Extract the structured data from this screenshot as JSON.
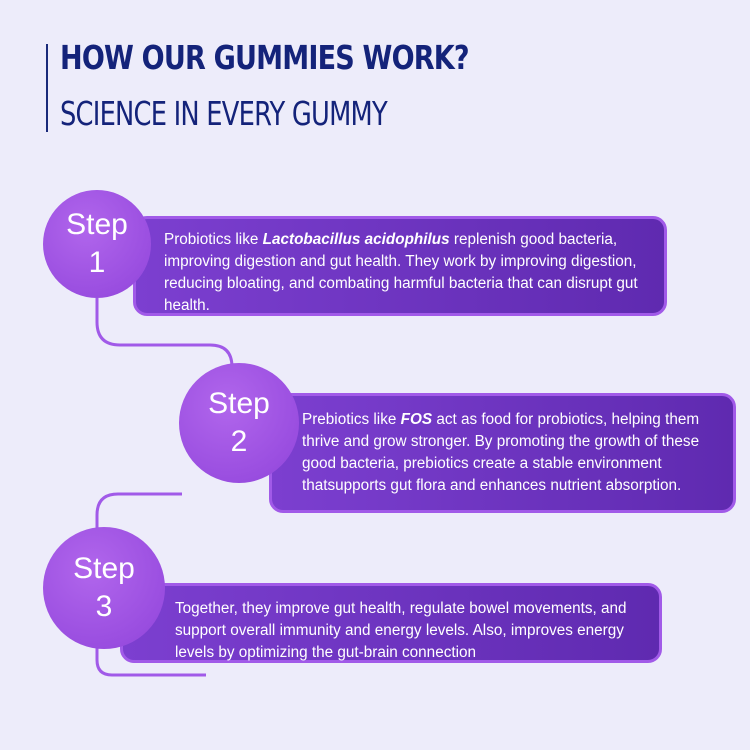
{
  "header": {
    "title": "HOW OUR GUMMIES WORK?",
    "subtitle": "SCIENCE IN EVERY GUMMY"
  },
  "colors": {
    "background": "#edecfa",
    "heading": "#14237a",
    "box_fill": "#6b31be",
    "box_border": "#a15ae8",
    "circle_fill": "#a257e6",
    "connector": "#a15ae8"
  },
  "steps": [
    {
      "step_label": "Step",
      "number": "1",
      "text_before": "Probiotics like ",
      "emphasis": "Lactobacillus acidophilus",
      "text_after": " replenish good bacteria, improving digestion and gut health. They work by improving digestion, reducing bloating, and combating harmful bacteria that can disrupt gut health."
    },
    {
      "step_label": "Step",
      "number": "2",
      "text_before": "Prebiotics like ",
      "emphasis": "FOS",
      "text_after": " act as food for probiotics, helping them thrive and grow stronger. By promoting the growth of these good bacteria, prebiotics create a stable environment thatsupports gut flora and enhances nutrient absorption."
    },
    {
      "step_label": "Step",
      "number": "3",
      "text_before": "Together, they improve gut health, regulate bowel movements, and support overall immunity and energy levels. Also, improves energy levels by optimizing the gut-brain connection",
      "emphasis": "",
      "text_after": ""
    }
  ]
}
